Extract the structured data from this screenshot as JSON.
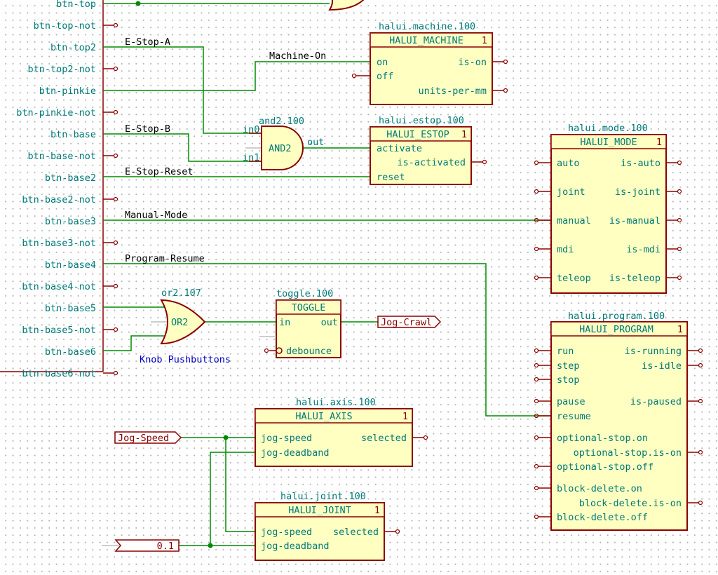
{
  "left_pins": [
    {
      "name": "btn-top",
      "net": ""
    },
    {
      "name": "btn-top-not"
    },
    {
      "name": "btn-top2",
      "net": "E-Stop-A"
    },
    {
      "name": "btn-top2-not"
    },
    {
      "name": "btn-pinkie",
      "net": ""
    },
    {
      "name": "btn-pinkie-not"
    },
    {
      "name": "btn-base",
      "net": "E-Stop-B"
    },
    {
      "name": "btn-base-not"
    },
    {
      "name": "btn-base2",
      "net": "E-Stop-Reset"
    },
    {
      "name": "btn-base2-not"
    },
    {
      "name": "btn-base3",
      "net": "Manual-Mode"
    },
    {
      "name": "btn-base3-not"
    },
    {
      "name": "btn-base4",
      "net": "Program-Resume"
    },
    {
      "name": "btn-base4-not"
    },
    {
      "name": "btn-base5",
      "net": ""
    },
    {
      "name": "btn-base5-not"
    },
    {
      "name": "btn-base6",
      "net": ""
    },
    {
      "name": "btn-base6-not"
    }
  ],
  "nets": {
    "machine_on": "Machine-On"
  },
  "machine": {
    "ref": "halui.machine.100",
    "title": "HALUI_MACHINE",
    "unit": "1",
    "in": [
      "on",
      "off"
    ],
    "out": [
      "is-on",
      "units-per-mm"
    ]
  },
  "estop": {
    "ref": "halui.estop.100",
    "title": "HALUI_ESTOP",
    "unit": "1",
    "in": [
      "activate",
      "reset"
    ],
    "out": [
      "is-activated"
    ]
  },
  "and2": {
    "ref": "and2.100",
    "label": "AND2",
    "in0": "in0",
    "in1": "in1",
    "out": "out"
  },
  "or2": {
    "ref": "or2.107",
    "label": "OR2"
  },
  "toggle": {
    "ref": "toggle.100",
    "title": "TOGGLE",
    "in": "in",
    "out": "out",
    "debounce": "debounce"
  },
  "jog_crawl": "Jog-Crawl",
  "note": "Knob Pushbuttons",
  "mode": {
    "ref": "halui.mode.100",
    "title": "HALUI_MODE",
    "unit": "1",
    "rows": [
      [
        "auto",
        "is-auto"
      ],
      [
        "joint",
        "is-joint"
      ],
      [
        "manual",
        "is-manual"
      ],
      [
        "mdi",
        "is-mdi"
      ],
      [
        "teleop",
        "is-teleop"
      ]
    ]
  },
  "program": {
    "ref": "halui.program.100",
    "title": "HALUI_PROGRAM",
    "unit": "1",
    "rows": [
      [
        "run",
        "is-running"
      ],
      [
        "step",
        "is-idle"
      ],
      [
        "stop",
        ""
      ],
      [
        "pause",
        "is-paused"
      ],
      [
        "resume",
        ""
      ],
      [
        "optional-stop.on",
        ""
      ],
      [
        "",
        "optional-stop.is-on"
      ],
      [
        "optional-stop.off",
        ""
      ],
      [
        "block-delete.on",
        ""
      ],
      [
        "",
        "block-delete.is-on"
      ],
      [
        "block-delete.off",
        ""
      ]
    ]
  },
  "axis": {
    "ref": "halui.axis.100",
    "title": "HALUI_AXIS",
    "unit": "1",
    "in": [
      "jog-speed",
      "jog-deadband"
    ],
    "out": "selected"
  },
  "joint": {
    "ref": "halui.joint.100",
    "title": "HALUI_JOINT",
    "unit": "1",
    "in": [
      "jog-speed",
      "jog-deadband"
    ],
    "out": "selected"
  },
  "jog_speed": "Jog-Speed",
  "constant": "0.1"
}
